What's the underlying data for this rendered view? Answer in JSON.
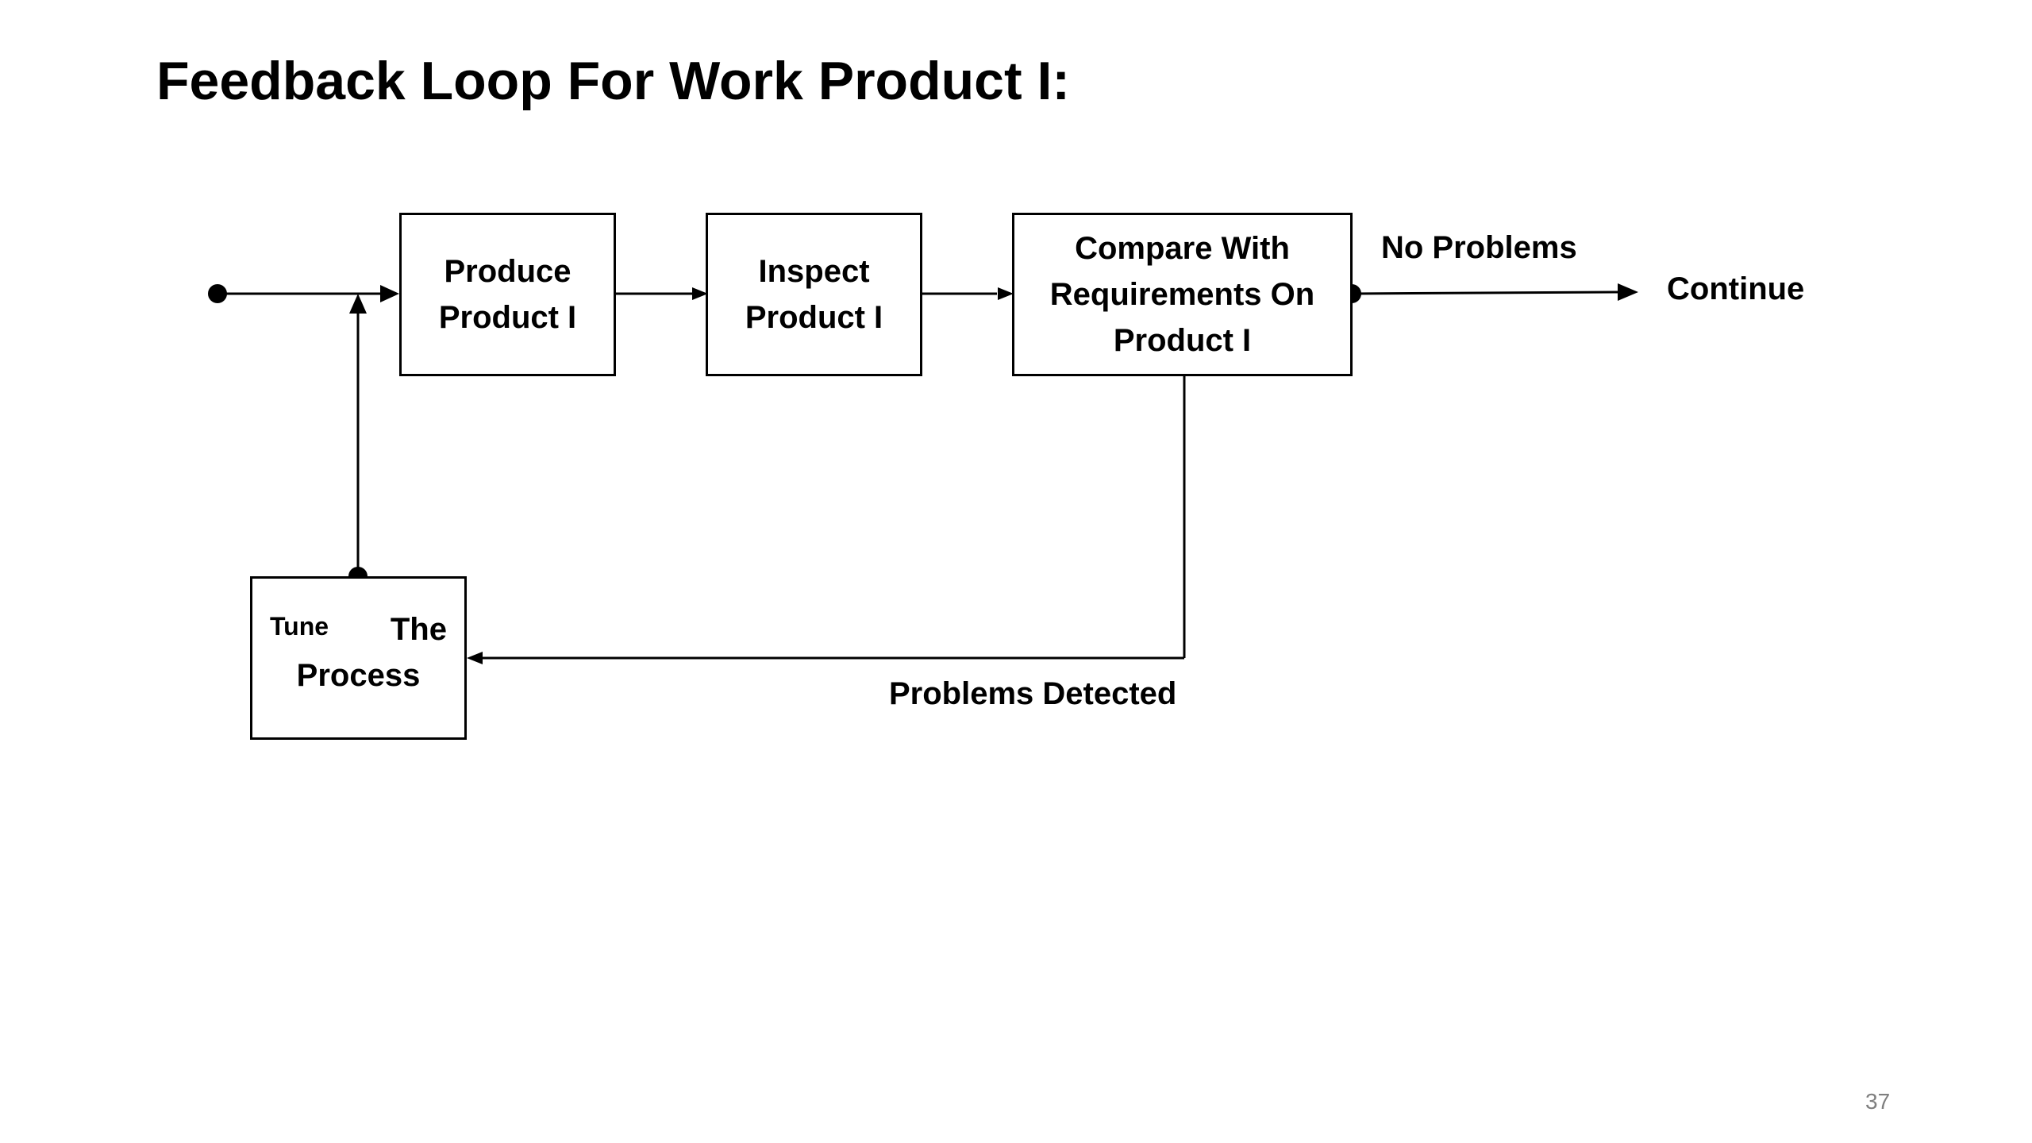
{
  "slide": {
    "title": "Feedback Loop For Work Product I:",
    "page_number": "37"
  },
  "diagram": {
    "boxes": {
      "produce": {
        "line1": "Produce",
        "line2": "Product I"
      },
      "inspect": {
        "line1": "Inspect",
        "line2": "Product I"
      },
      "compare": {
        "line1": "Compare With",
        "line2": "Requirements On",
        "line3": "Product I"
      },
      "tune": {
        "word1": "Tune",
        "word2": "The",
        "word3": "Process"
      }
    },
    "labels": {
      "no_problems": "No Problems",
      "continue": "Continue",
      "problems_detected": "Problems Detected"
    },
    "colors": {
      "stroke": "#000000",
      "background": "#ffffff",
      "page_number": "#7f7f7f"
    }
  }
}
